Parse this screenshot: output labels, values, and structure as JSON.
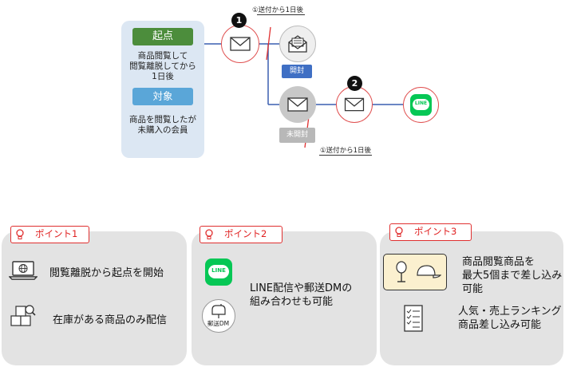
{
  "flow": {
    "start_tag": "起点",
    "start_text": "商品閲覧して\n閲覧離脱してから\n1日後",
    "target_tag": "対象",
    "target_text": "商品を閲覧したが\n未購入の会員",
    "step1_number": "1",
    "step1_note": "①送付から1日後",
    "opened_label": "開封",
    "unopened_label": "未開封",
    "step2_number": "2",
    "step2_note": "①送付から1日後",
    "line_icon_text": "LINE"
  },
  "points": [
    {
      "tab": "ポイント1",
      "items": [
        "閲覧離脱から起点を開始",
        "在庫がある商品のみ配信"
      ]
    },
    {
      "tab": "ポイント2",
      "line_icon_text": "LINE",
      "mail_icon_text": "郵送DM",
      "text": "LINE配信や郵送DMの\n組み合わせも可能"
    },
    {
      "tab": "ポイント3",
      "items": [
        "商品閲覧商品を\n最大5個まで差し込み\n可能",
        "人気・売上ランキング\n商品差し込み可能"
      ]
    }
  ],
  "colors": {
    "green_tag": "#4c8d3c",
    "blue_tag": "#5aa6d8",
    "flow_line": "#3a5fb0",
    "red_accent": "#e03030",
    "line_green": "#06c755",
    "opened_blue": "#3f6fc4",
    "unopened_gray": "#b8b8b8"
  }
}
